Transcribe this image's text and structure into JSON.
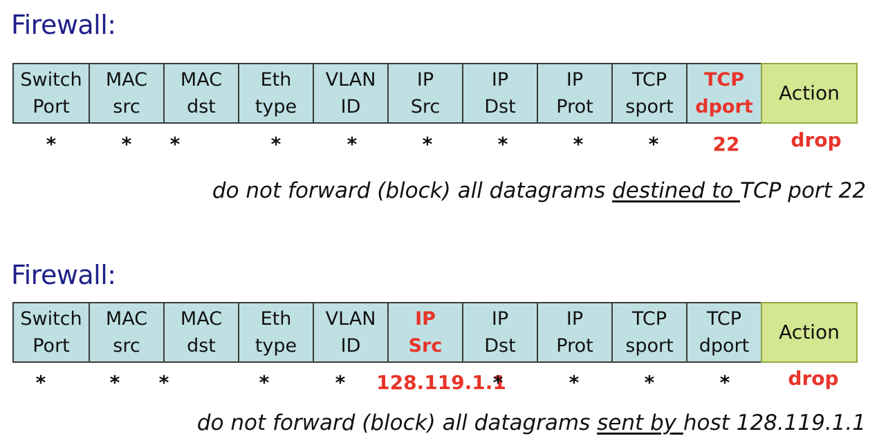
{
  "panels": [
    {
      "heading": "Firewall:",
      "headers": [
        [
          "Switch",
          "Port"
        ],
        [
          "MAC",
          "src"
        ],
        [
          "MAC",
          "dst"
        ],
        [
          "Eth",
          "type"
        ],
        [
          "VLAN",
          "ID"
        ],
        [
          "IP",
          "Src"
        ],
        [
          "IP",
          "Dst"
        ],
        [
          "IP",
          "Prot"
        ],
        [
          "TCP",
          "sport"
        ],
        [
          "TCP",
          "dport"
        ]
      ],
      "action_label": "Action",
      "highlight_index": 9,
      "values": [
        "*",
        "*",
        "*",
        "*",
        "*",
        "*",
        "*",
        "*",
        "*",
        "22"
      ],
      "action_value": "drop",
      "caption": {
        "before": "do not forward (block) all datagrams ",
        "underlined": "destined to ",
        "after": "TCP  port 22"
      }
    },
    {
      "heading": "Firewall:",
      "headers": [
        [
          "Switch",
          "Port"
        ],
        [
          "MAC",
          "src"
        ],
        [
          "MAC",
          "dst"
        ],
        [
          "Eth",
          "type"
        ],
        [
          "VLAN",
          "ID"
        ],
        [
          "IP",
          "Src"
        ],
        [
          "IP",
          "Dst"
        ],
        [
          "IP",
          "Prot"
        ],
        [
          "TCP",
          "sport"
        ],
        [
          "TCP",
          "dport"
        ]
      ],
      "action_label": "Action",
      "highlight_index": 5,
      "values": [
        "*",
        "*",
        "*",
        "*",
        "*",
        "128.119.1.1",
        "*",
        "*",
        "*",
        "*"
      ],
      "action_value": "drop",
      "caption": {
        "before": "do not forward (block) all datagrams ",
        "underlined": "sent by ",
        "after": "host 128.119.1.1"
      }
    }
  ],
  "colors": {
    "heading": "#1f1f8a",
    "cell_bg": "#bfe0e3",
    "action_bg": "#d4e690",
    "highlight": "#e8342a"
  }
}
